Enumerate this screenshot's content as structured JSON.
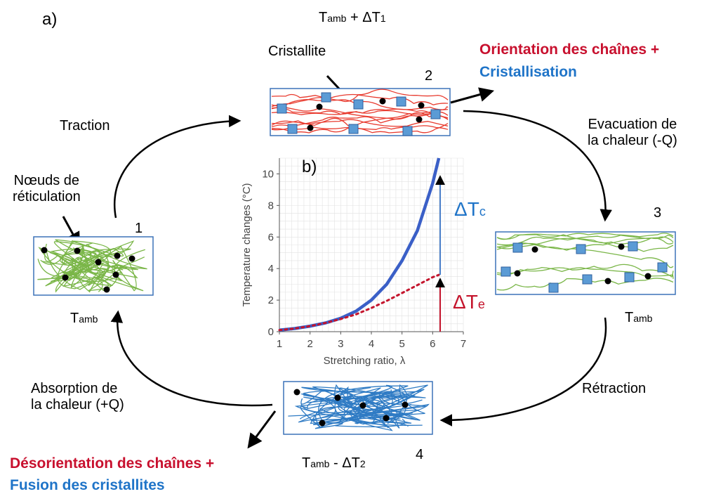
{
  "panel_a_label": "a)",
  "panel_b_label": "b)",
  "top_temp": {
    "base": "T",
    "sub": "amb",
    "rest": " + ΔT",
    "sub2": "1"
  },
  "cristallite_label": "Cristallite",
  "state_numbers": {
    "s1": "1",
    "s2": "2",
    "s3": "3",
    "s4": "4"
  },
  "stage_labels": {
    "traction": "Traction",
    "noeuds_line1": "Nœuds de",
    "noeuds_line2": "réticulation",
    "evacuation_line1": "Evacuation de",
    "evacuation_line2": "la chaleur (-Q)",
    "retraction": "Rétraction",
    "absorption_line1": "Absorption de",
    "absorption_line2": "la chaleur (+Q)"
  },
  "outcome_top": {
    "red": "Orientation des chaînes +",
    "blue": "Cristallisation"
  },
  "outcome_bottom": {
    "red": "Désorientation des chaînes +",
    "blue": "Fusion des cristallites"
  },
  "temps": {
    "t1": {
      "base": "T",
      "sub": "amb"
    },
    "t3": {
      "base": "T",
      "sub": "amb"
    },
    "t4": {
      "base": "T",
      "sub": "amb",
      "rest": " - ΔT",
      "sub2": "2"
    }
  },
  "delta_labels": {
    "c": {
      "base": "ΔT",
      "sub": "c"
    },
    "e": {
      "base": "ΔT",
      "sub": "e"
    }
  },
  "colors": {
    "oriented_chains": "#e83a2e",
    "relaxed_chains": "#7ab648",
    "cold_chains": "#2f7bc4",
    "crystallite": "#5b9bd5",
    "curve_c": "#3a5fc7",
    "curve_e": "#c4142c",
    "arrow": "#000000"
  },
  "chart_data": {
    "type": "line",
    "xlabel": "Stretching ratio, λ",
    "ylabel": "Temperature changes (°C)",
    "xlim": [
      1,
      7
    ],
    "ylim": [
      0,
      11
    ],
    "xticks": [
      1,
      2,
      3,
      4,
      5,
      6,
      7
    ],
    "yticks": [
      0,
      2,
      4,
      6,
      8,
      10
    ],
    "grid": true,
    "series": [
      {
        "style": "solid",
        "x": [
          1,
          1.5,
          2,
          2.5,
          3,
          3.5,
          4,
          4.5,
          5,
          5.5,
          6,
          6.2
        ],
        "y": [
          0.1,
          0.2,
          0.35,
          0.55,
          0.85,
          1.3,
          2.0,
          3.0,
          4.5,
          6.4,
          9.4,
          11.0
        ]
      },
      {
        "style": "dotted",
        "x": [
          1,
          1.5,
          2,
          2.5,
          3,
          3.5,
          4,
          4.5,
          5,
          5.5,
          6,
          6.2
        ],
        "y": [
          0.1,
          0.2,
          0.35,
          0.55,
          0.8,
          1.1,
          1.5,
          1.95,
          2.45,
          2.95,
          3.45,
          3.6
        ]
      }
    ]
  }
}
